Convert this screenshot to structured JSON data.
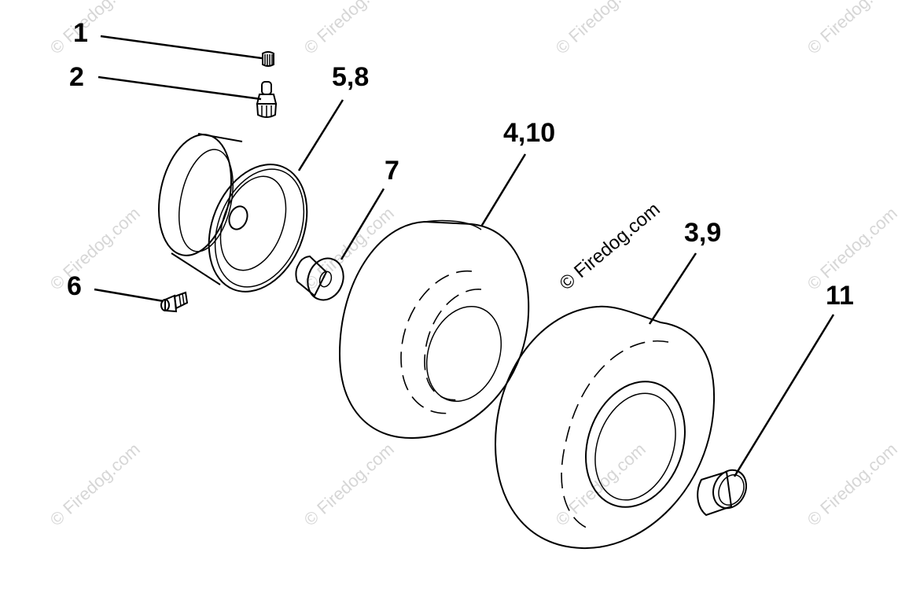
{
  "labels": {
    "p1": "1",
    "p2": "2",
    "p58": "5,8",
    "p7": "7",
    "p410": "4,10",
    "p39": "3,9",
    "p6": "6",
    "p11": "11"
  },
  "watermark": {
    "text": "© Firedog.com",
    "color": "#d6d6d6"
  }
}
